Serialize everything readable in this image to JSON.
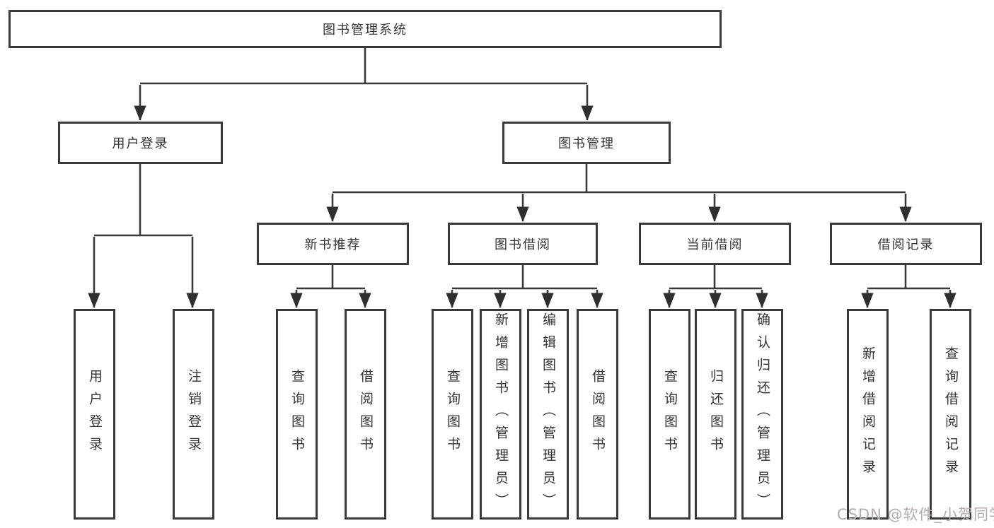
{
  "root": {
    "label": "图书管理系统"
  },
  "level2": [
    {
      "label": "用户登录"
    },
    {
      "label": "图书管理"
    }
  ],
  "level3": [
    {
      "label": "新书推荐"
    },
    {
      "label": "图书借阅"
    },
    {
      "label": "当前借阅"
    },
    {
      "label": "借阅记录"
    }
  ],
  "leaves": {
    "user_login": [
      "用户登录",
      "注销登录"
    ],
    "new_book_rec": [
      "查询图书",
      "借阅图书"
    ],
    "book_borrow": [
      "查询图书",
      "新增图书（管理员）",
      "编辑图书（管理员）",
      "借阅图书"
    ],
    "current_borrow": [
      "查询图书",
      "归还图书",
      "确认归还（管理员）"
    ],
    "borrow_records": [
      "新增借阅记录",
      "查询借阅记录"
    ]
  },
  "watermark": {
    "text": "CSDN @软件_小贺同学"
  },
  "colors": {
    "line": "#3a3a3a",
    "arrow": "#2f2f2f",
    "text": "#333333",
    "watermark": "#b3abaf",
    "background": "#ffffff"
  }
}
